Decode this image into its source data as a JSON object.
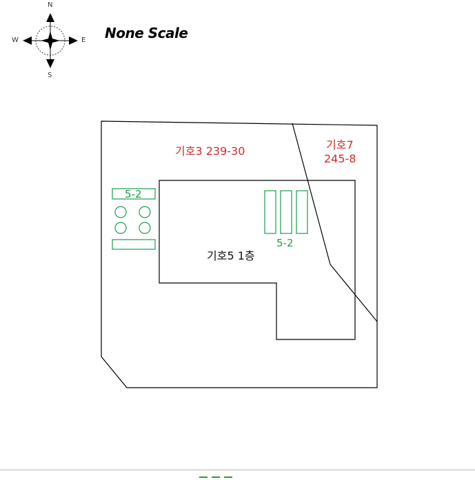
{
  "compass": {
    "north": "N",
    "south": "S",
    "east": "E",
    "west": "W"
  },
  "scale_note": "None Scale",
  "labels": {
    "parcel_main": "기호3 239-30",
    "parcel_right_line1": "기호7",
    "parcel_right_line2": "245-8",
    "building": "기호5 1층",
    "structure_left": "5-2",
    "structure_right": "5-2"
  },
  "colors": {
    "parcel_label": "#d42a2a",
    "structure": "#1a9e4a",
    "outline": "#000000"
  }
}
